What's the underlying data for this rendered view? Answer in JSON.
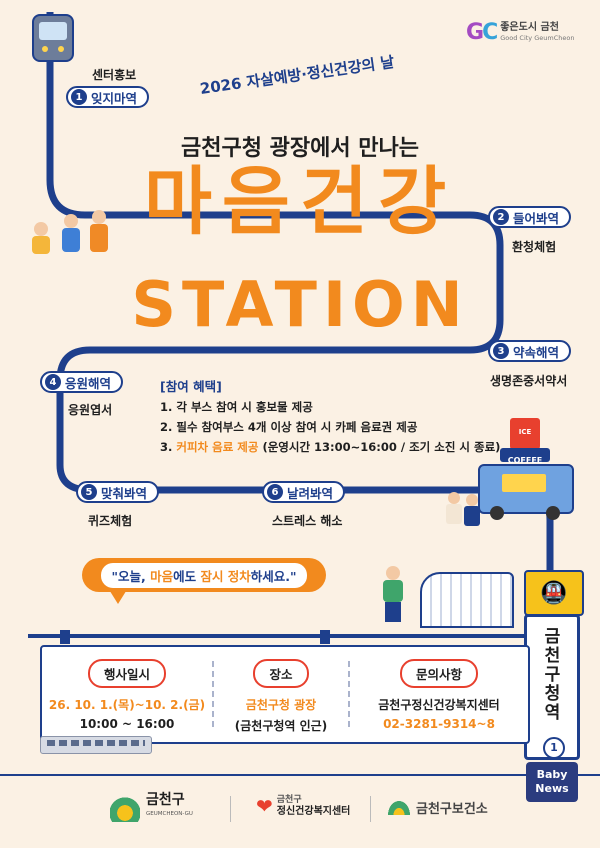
{
  "brand": {
    "logo_text": "좋은도시 금천",
    "logo_sub": "Good City GeumCheon"
  },
  "event_subtitle": "2026 자살예방·정신건강의 날",
  "headline": "금천구청 광장에서 만나는",
  "title_main": "마음건강",
  "title_station": "STATION",
  "center_label": "센터홍보",
  "stops": [
    {
      "num": "1",
      "name": "잊지마역",
      "sub": ""
    },
    {
      "num": "2",
      "name": "들어봐역",
      "sub": "환청체험"
    },
    {
      "num": "3",
      "name": "약속해역",
      "sub": "생명존중서약서"
    },
    {
      "num": "4",
      "name": "응원해역",
      "sub": "응원엽서"
    },
    {
      "num": "5",
      "name": "맞춰봐역",
      "sub": "퀴즈체험"
    },
    {
      "num": "6",
      "name": "날려봐역",
      "sub": "스트레스 해소"
    }
  ],
  "benefits": {
    "title": "[참여 혜택]",
    "item1": "1. 각 부스 참여 시 홍보물 제공",
    "item2": "2. 필수 참여부스 4개 이상 참여 시 카페 음료권 제공",
    "item3_prefix": "3. ",
    "item3_highlight": "커피차 음료 제공",
    "item3_rest": " (운영시간 13:00~16:00 / 조기 소진 시 종료)"
  },
  "coffee": {
    "ice": "ICE",
    "coffee": "COFFEE"
  },
  "speech": {
    "open": "\"오늘, ",
    "w1": "마음",
    "w2": "에도 ",
    "w3": "잠시 정차",
    "w4": "하세요.\""
  },
  "station_sign": "금천구청역",
  "station_num": "1",
  "babynews": "Baby News",
  "info": {
    "date_label": "행사일시",
    "date_value": "26. 10. 1.(목)~10. 2.(금)",
    "time_value": "10:00 ~ 16:00",
    "place_label": "장소",
    "place_value": "금천구청 광장",
    "place_sub": "(금천구청역 인근)",
    "contact_label": "문의사항",
    "contact_org": "금천구정신건강복지센터",
    "contact_phone": "02-3281-9314~8"
  },
  "footer": {
    "org1": "금천구",
    "org1_sub": "GEUMCHEON-GU",
    "org2_top": "금천구",
    "org2": "정신건강복지센터",
    "org3": "금천구보건소"
  },
  "colors": {
    "navy": "#1e3f8c",
    "orange": "#f28a1e",
    "red": "#e8402e",
    "bg": "#fbf1e4"
  }
}
